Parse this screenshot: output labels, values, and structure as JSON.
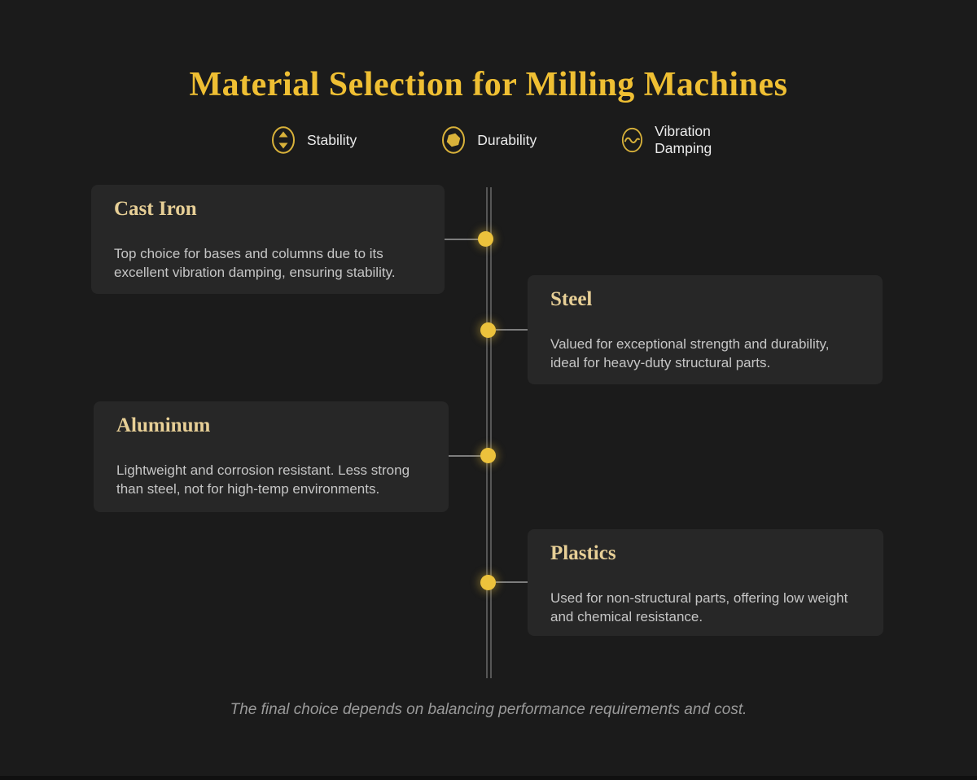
{
  "title": "Material Selection for Milling Machines",
  "legend": {
    "items": [
      {
        "label": "Stability",
        "icon": "sort-arrows-icon"
      },
      {
        "label": "Durability",
        "icon": "hexagon-icon"
      },
      {
        "label": "Vibration Damping",
        "icon": "wave-icon"
      }
    ]
  },
  "materials": [
    {
      "name": "Cast Iron",
      "side": "left",
      "description": "Top choice for bases and columns due to its excellent vibration damping, ensuring stability."
    },
    {
      "name": "Steel",
      "side": "right",
      "description": "Valued for exceptional strength and durability, ideal for heavy-duty structural parts."
    },
    {
      "name": "Aluminum",
      "side": "left",
      "description": "Lightweight and corrosion resistant. Less strong than steel, not for high-temp environments."
    },
    {
      "name": "Plastics",
      "side": "right",
      "description": "Used for non-structural parts, offering low weight and chemical resistance."
    }
  ],
  "footer_note": "The final choice depends on balancing performance requirements and cost.",
  "colors": {
    "background": "#1b1b1b",
    "card_background": "#272727",
    "title_gold": "#efbf33",
    "card_title_gold": "#e7cf96",
    "icon_gold": "#d9b23a",
    "dot_gold": "#ecc23c",
    "timeline_gray": "#565656",
    "connector_gray": "#7d7d7d",
    "body_text": "#c6c6c6",
    "caption_text": "#9a9a9a"
  }
}
